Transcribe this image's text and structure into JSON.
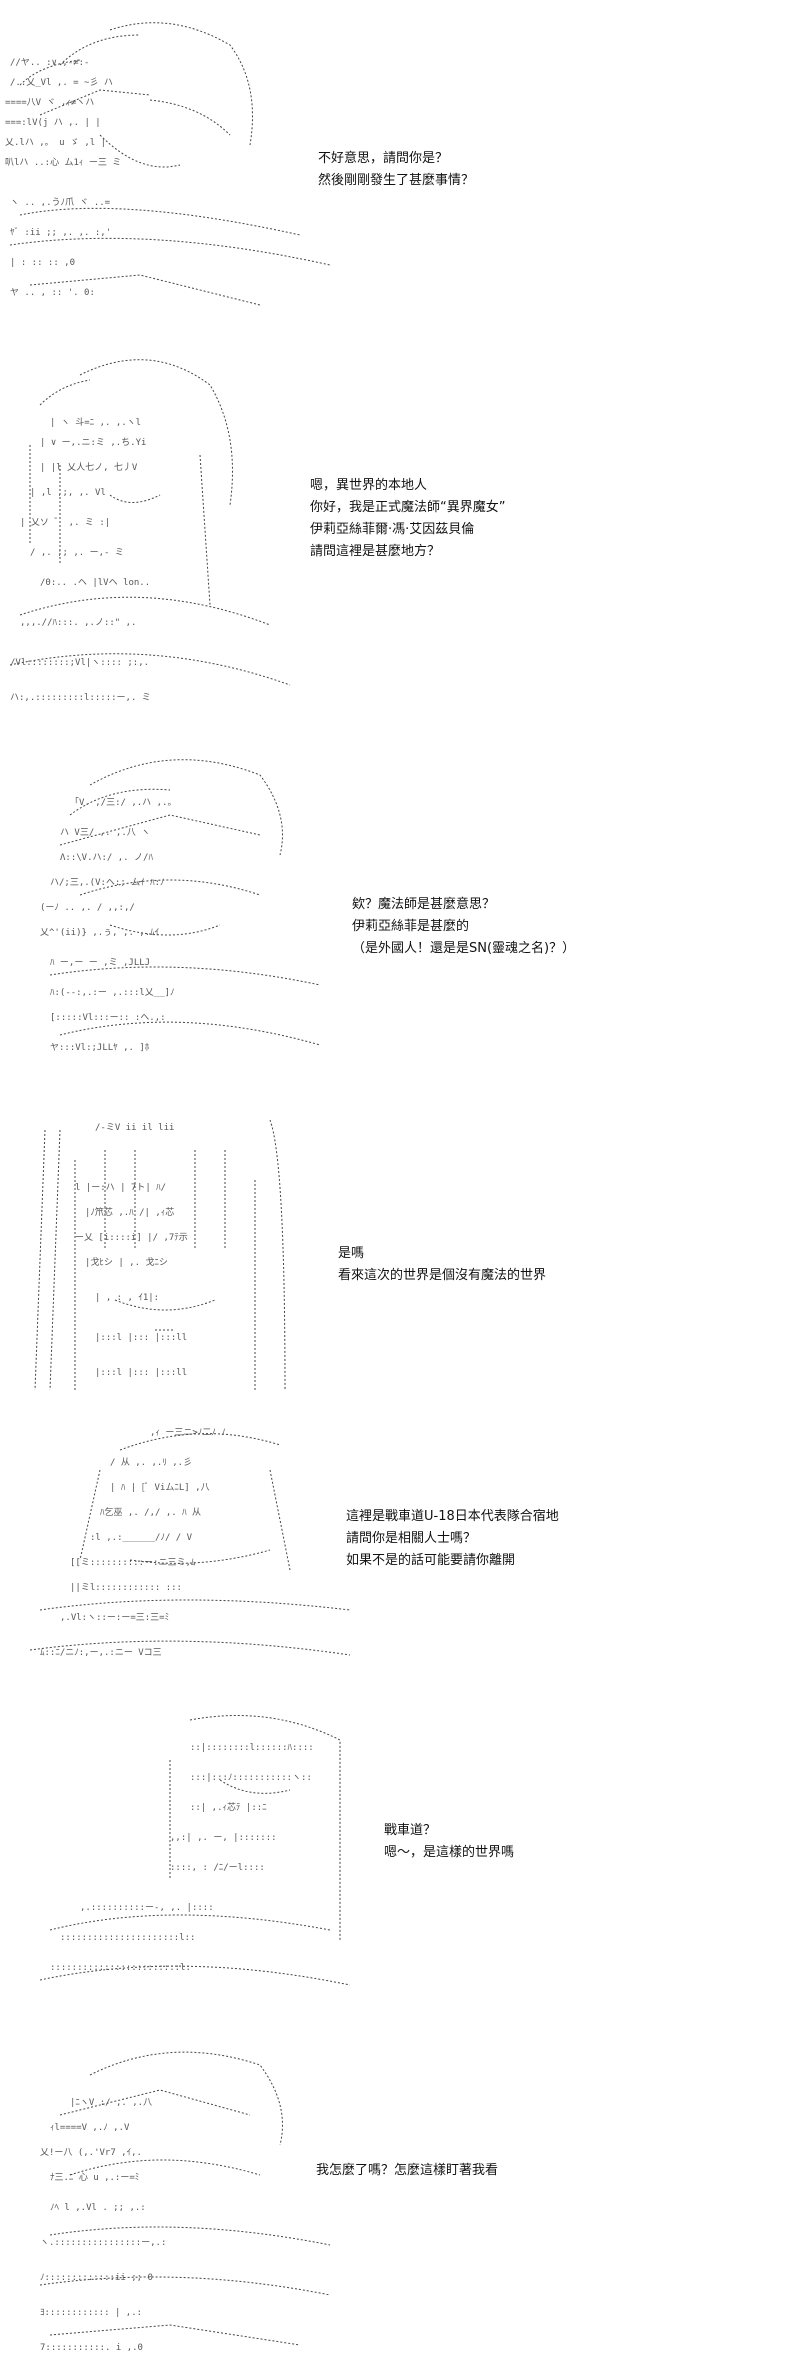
{
  "panels": [
    {
      "lines": [
        "不好意思，請問你是？",
        "然後剛剛發生了甚麼事情？"
      ]
    },
    {
      "lines": [
        "嗯，異世界的本地人",
        "你好，我是正式魔法師“異界魔女”",
        "伊莉亞絲菲爾·馮·艾因茲貝倫",
        "請問這裡是甚麼地方？"
      ]
    },
    {
      "lines": [
        "欸？魔法師是甚麼意思？",
        "伊莉亞絲菲是甚麼的",
        "（是外國人！還是是SN(靈魂之名)？）"
      ]
    },
    {
      "lines": [
        "是嗎",
        "看來這次的世界是個沒有魔法的世界"
      ]
    },
    {
      "lines": [
        "這裡是戰車道U-18日本代表隊合宿地",
        "請問你是相關人士嗎？",
        "如果不是的話可能要請你離開"
      ]
    },
    {
      "lines": [
        "戰車道？",
        "嗯～，是這樣的世界嗎"
      ]
    },
    {
      "lines": [
        "我怎麼了嗎？怎麼這樣盯著我看"
      ]
    }
  ]
}
